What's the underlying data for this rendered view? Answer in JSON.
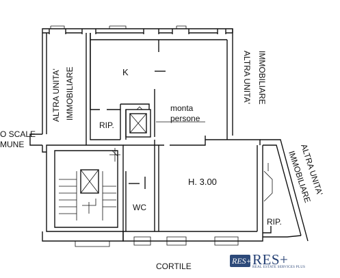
{
  "labels": {
    "kitchen": "K",
    "lift_line1": "monta",
    "lift_line2": "persone",
    "storage_left": "RIP.",
    "height": "H. 3.00",
    "wc": "WC",
    "storage_right": "RIP.",
    "courtyard": "CORTILE",
    "left_unit_line1": "ALTRA UNITA'",
    "left_unit_line2": "IMMOBILIARE",
    "right_unit_line1": "ALTRA UNITA'",
    "right_unit_line2": "IMMOBILIARE",
    "diag_unit_line1": "ALTRA UNITA'",
    "diag_unit_line2": "IMMOBILIARE",
    "stair_line1": "O SCALE",
    "stair_line2": "MUNE"
  },
  "logo": {
    "badge_text": "RES+",
    "brand": "RES+",
    "tagline": "REAL ESTATE SERVICES PLUS"
  },
  "colors": {
    "ink": "#111111",
    "logo_blue": "#223e72"
  }
}
